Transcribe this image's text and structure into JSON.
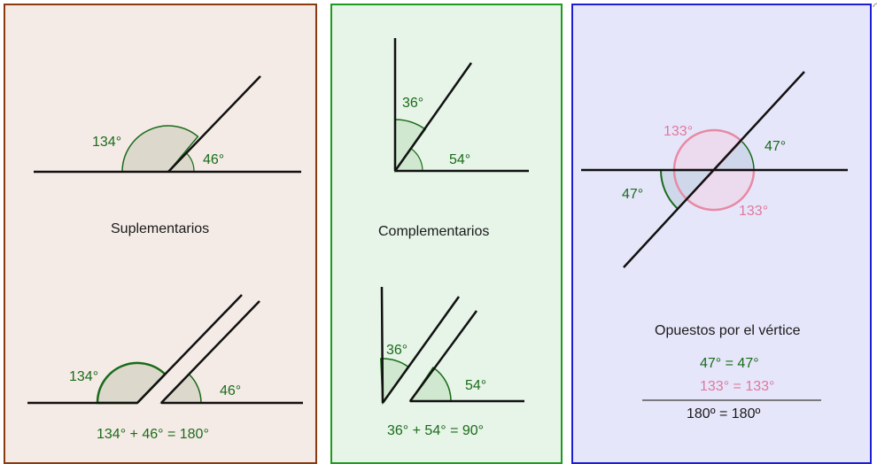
{
  "panels": {
    "supplementary": {
      "title": "Suplementarios",
      "top": {
        "angle_big": "134°",
        "angle_small": "46°"
      },
      "bottom": {
        "angle_big": "134°",
        "angle_small": "46°",
        "equation": "134° + 46° = 180°"
      }
    },
    "complementary": {
      "title": "Complementarios",
      "top": {
        "angle_a": "36°",
        "angle_b": "54°"
      },
      "bottom": {
        "angle_a": "36°",
        "angle_b": "54°",
        "equation": "36° + 54° = 90°"
      }
    },
    "vertical": {
      "title": "Opuestos por el vértice",
      "labels": {
        "pink_top": "133°",
        "green_right": "47°",
        "green_left": "47°",
        "pink_bottom": "133°"
      },
      "eq1": "47° = 47°",
      "eq2": "133° = 133°",
      "sum": "180º  =  180º"
    }
  },
  "colors": {
    "green_text": "#1a6b1a",
    "pink_text": "#e0789a",
    "fill_beige": "#ddd8cc",
    "fill_green": "#cfe8cf",
    "fill_blue": "#cfd8ea"
  }
}
